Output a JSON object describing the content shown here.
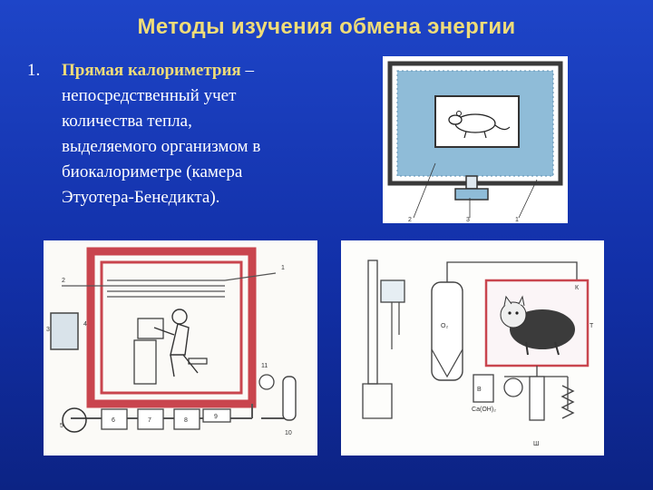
{
  "slide": {
    "title": "Методы изучения обмена энергии",
    "item": {
      "number": "1.",
      "term": "Прямая калориметрия",
      "text_lines": [
        "непосредственный учет",
        "количества тепла,",
        "выделяемого организмом в",
        "биокалориметре (камера",
        "Этуотера-Бенедикта)."
      ],
      "dash": " –"
    }
  },
  "figures": {
    "rat_chamber": {
      "labels": [
        "2",
        "3",
        "1"
      ]
    },
    "human_calorimeter": {
      "labels": [
        "1",
        "2",
        "3",
        "4",
        "5",
        "6",
        "7",
        "8",
        "9",
        "10",
        "11"
      ]
    },
    "animal_respiration": {
      "labels": [
        "О₂",
        "К",
        "Т",
        "В",
        "Ш",
        "Са(ОН)₂"
      ]
    }
  },
  "colors": {
    "background": "#1838b8",
    "title": "#f0dc78",
    "term": "#f0dc78",
    "text": "#ffffff",
    "chamber_red": "#c9454e",
    "water_blue": "#8fbcd8"
  }
}
